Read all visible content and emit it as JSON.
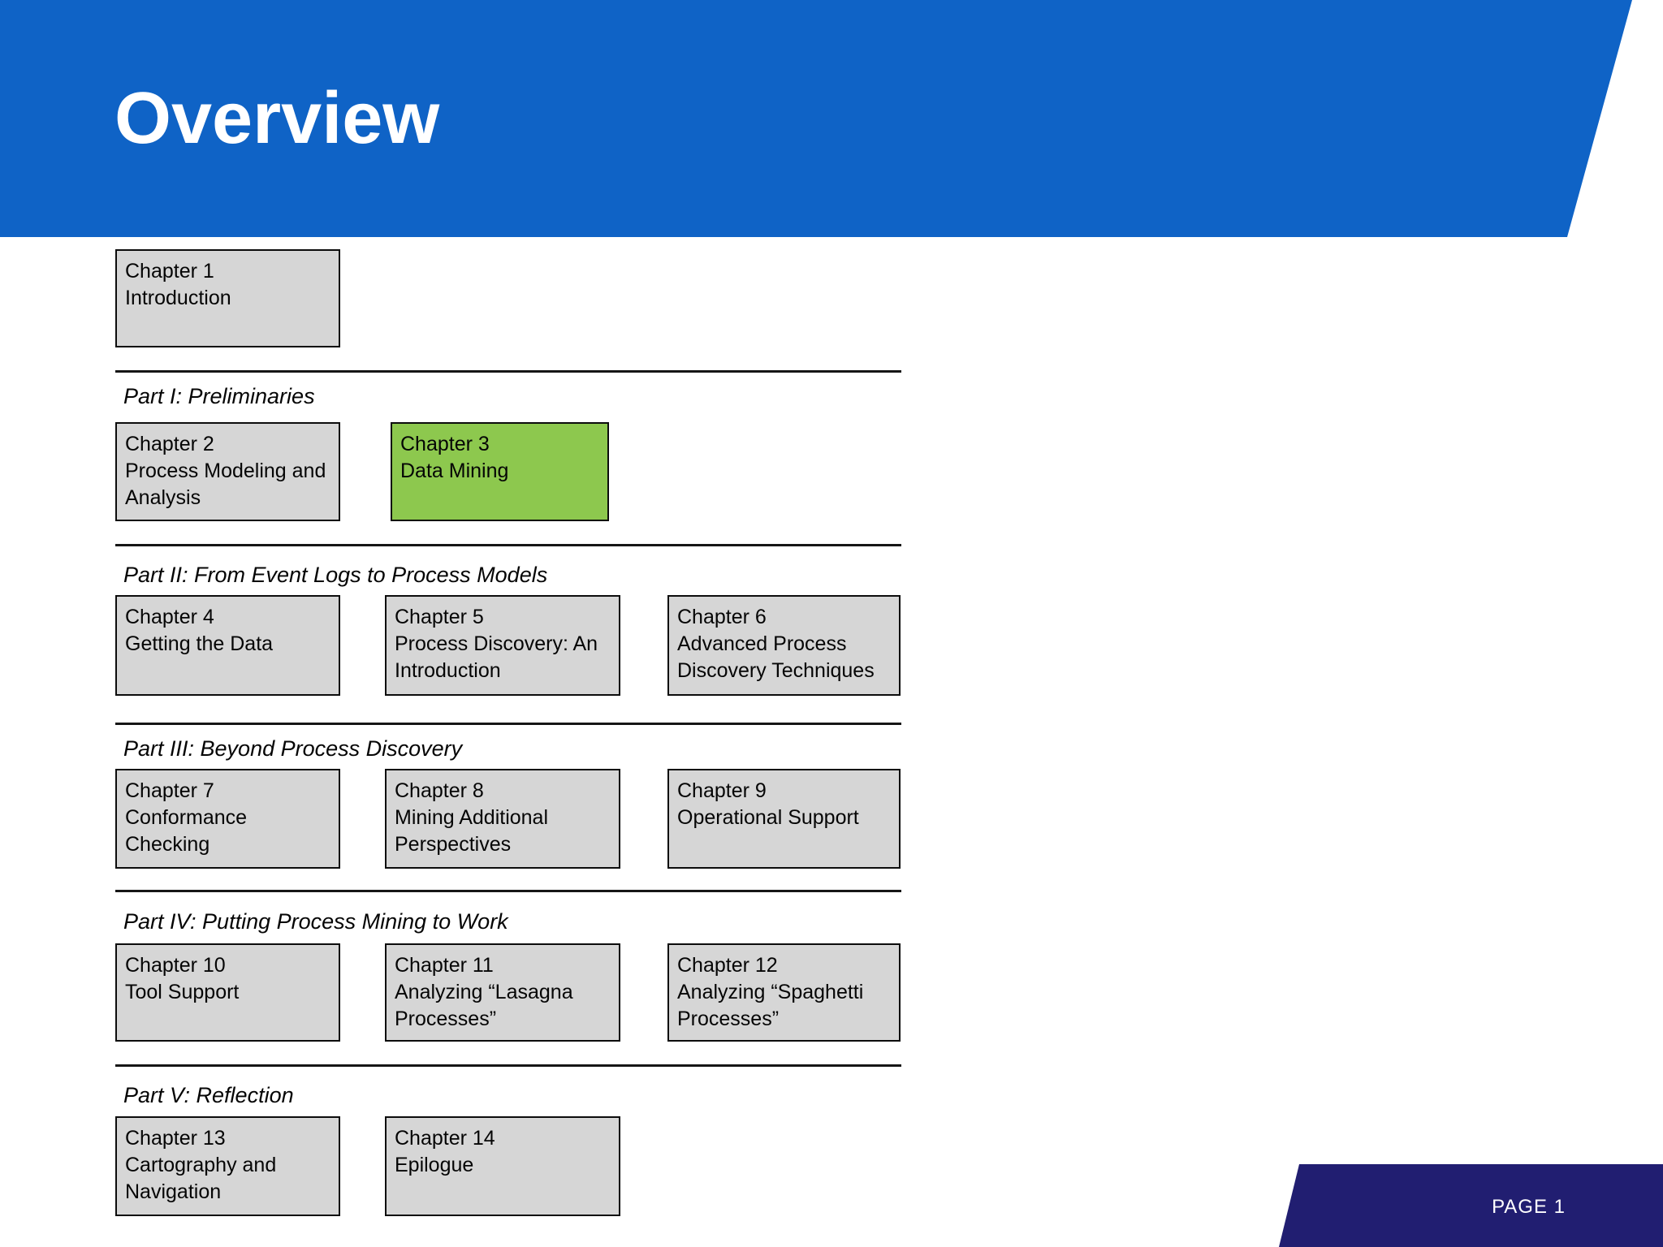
{
  "slide": {
    "title": "Overview",
    "colors": {
      "header_blue": "#0f63c6",
      "footer_navy": "#211e71",
      "box_gray": "#d6d6d6",
      "box_highlight_green": "#8dc84e",
      "box_border": "#0c0c0c",
      "title_text": "#ffffff",
      "body_text": "#050505"
    },
    "intro_chapter": {
      "title": "Chapter 1",
      "subtitle": "Introduction",
      "highlighted": false
    },
    "parts": [
      {
        "label": "Part I: Preliminaries",
        "chapters": [
          {
            "title": "Chapter 2",
            "subtitle": "Process Modeling and Analysis",
            "highlighted": false
          },
          {
            "title": "Chapter 3",
            "subtitle": "Data Mining",
            "highlighted": true
          }
        ]
      },
      {
        "label": "Part II: From Event Logs to Process Models",
        "chapters": [
          {
            "title": "Chapter 4",
            "subtitle": "Getting the Data",
            "highlighted": false
          },
          {
            "title": "Chapter 5",
            "subtitle": "Process Discovery: An Introduction",
            "highlighted": false
          },
          {
            "title": "Chapter 6",
            "subtitle": "Advanced Process Discovery Techniques",
            "highlighted": false
          }
        ]
      },
      {
        "label": "Part III: Beyond Process Discovery",
        "chapters": [
          {
            "title": "Chapter 7",
            "subtitle": "Conformance Checking",
            "highlighted": false
          },
          {
            "title": "Chapter 8",
            "subtitle": "Mining Additional Perspectives",
            "highlighted": false
          },
          {
            "title": "Chapter 9",
            "subtitle": "Operational Support",
            "highlighted": false
          }
        ]
      },
      {
        "label": "Part IV: Putting Process Mining to Work",
        "chapters": [
          {
            "title": "Chapter 10",
            "subtitle": "Tool Support",
            "highlighted": false
          },
          {
            "title": "Chapter 11",
            "subtitle": "Analyzing “Lasagna Processes”",
            "highlighted": false
          },
          {
            "title": "Chapter 12",
            "subtitle": "Analyzing “Spaghetti Processes”",
            "highlighted": false
          }
        ]
      },
      {
        "label": "Part V: Reflection",
        "chapters": [
          {
            "title": "Chapter 13",
            "subtitle": "Cartography and Navigation",
            "highlighted": false
          },
          {
            "title": "Chapter 14",
            "subtitle": "Epilogue",
            "highlighted": false
          }
        ]
      }
    ],
    "footer": {
      "page_label": "PAGE 1"
    }
  }
}
